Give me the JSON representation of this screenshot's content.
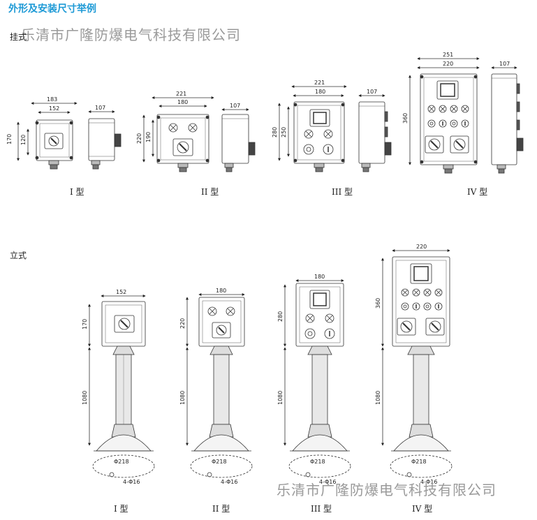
{
  "page": {
    "title": "外形及安装尺寸举例",
    "watermark_top": "乐清市广隆防爆电气科技有限公司",
    "watermark_bottom": "乐清市广隆防爆电气科技有限公司",
    "section_wall": "挂式",
    "section_stand": "立式"
  },
  "wall": {
    "t1": {
      "caption": "I 型",
      "w_outer": "183",
      "w_inner": "152",
      "h_outer": "170",
      "h_inner": "120",
      "depth": "107"
    },
    "t2": {
      "caption": "II 型",
      "w_outer": "221",
      "w_inner": "180",
      "h_outer": "220",
      "h_inner": "190",
      "depth": "107"
    },
    "t3": {
      "caption": "III 型",
      "w_outer": "221",
      "w_inner": "180",
      "h_outer": "280",
      "h_inner": "250",
      "depth": "107"
    },
    "t4": {
      "caption": "IV 型",
      "w_outer": "251",
      "w_inner": "220",
      "h_outer": "360",
      "depth": "107"
    }
  },
  "stand": {
    "t1": {
      "caption": "I 型",
      "width": "152",
      "box_h": "170",
      "pole_h": "1080",
      "base": "Φ218",
      "holes": "4-Φ16"
    },
    "t2": {
      "caption": "II 型",
      "width": "180",
      "box_h": "220",
      "pole_h": "1080",
      "base": "Φ218",
      "holes": "4-Φ16"
    },
    "t3": {
      "caption": "III 型",
      "width": "180",
      "box_h": "280",
      "pole_h": "1080",
      "base": "Φ218",
      "holes": "4-Φ16"
    },
    "t4": {
      "caption": "IV 型",
      "width": "220",
      "box_h": "360",
      "pole_h": "1080",
      "base": "Φ218",
      "holes": "4-Φ16"
    }
  }
}
